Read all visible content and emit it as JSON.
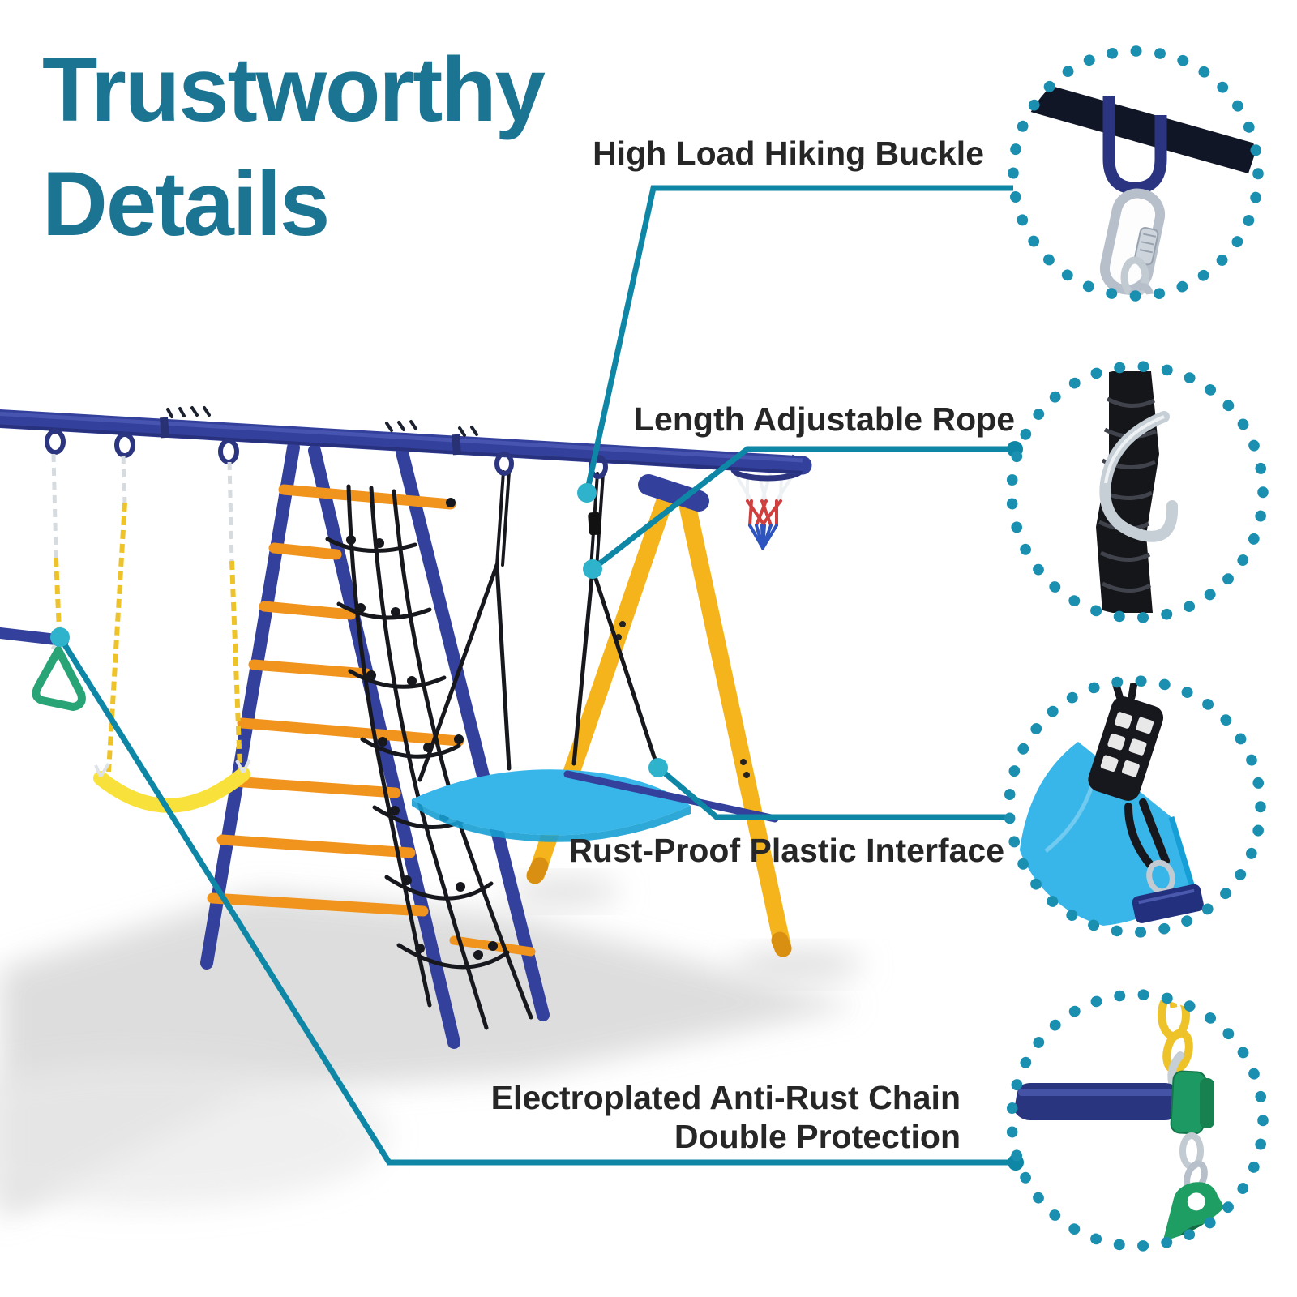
{
  "title": {
    "line1": "Trustworthy",
    "line2": "Details"
  },
  "features": [
    {
      "label": "High Load Hiking Buckle",
      "icon": "hiking-buckle-carabiner-icon"
    },
    {
      "label": "Length Adjustable Rope",
      "icon": "adjustable-rope-s-hook-icon"
    },
    {
      "label": "Rust-Proof Plastic Interface",
      "icon": "plastic-interface-adjuster-icon"
    },
    {
      "label": "Electroplated Anti-Rust Chain",
      "label2": "Double Protection",
      "icon": "anti-rust-chain-clamp-icon"
    }
  ],
  "colors": {
    "title": "#1b7492",
    "label_text": "#262626",
    "callout_line": "#0e86a6",
    "callout_dot": "#2fb3cd",
    "ring_dot": "#1a8fb0",
    "frame_navy": "#33409c",
    "leg_yellow": "#f6b41c",
    "rung_orange": "#f0941e",
    "seat_yellow": "#f9e13b",
    "chain_yellow": "#eec32a",
    "mat_blue": "#38b6e9",
    "trapeze_green": "#28a476",
    "anchor_green": "#1f9e63",
    "rope_black": "#17181d",
    "silver": "#c6ced6",
    "background": "#ffffff"
  }
}
